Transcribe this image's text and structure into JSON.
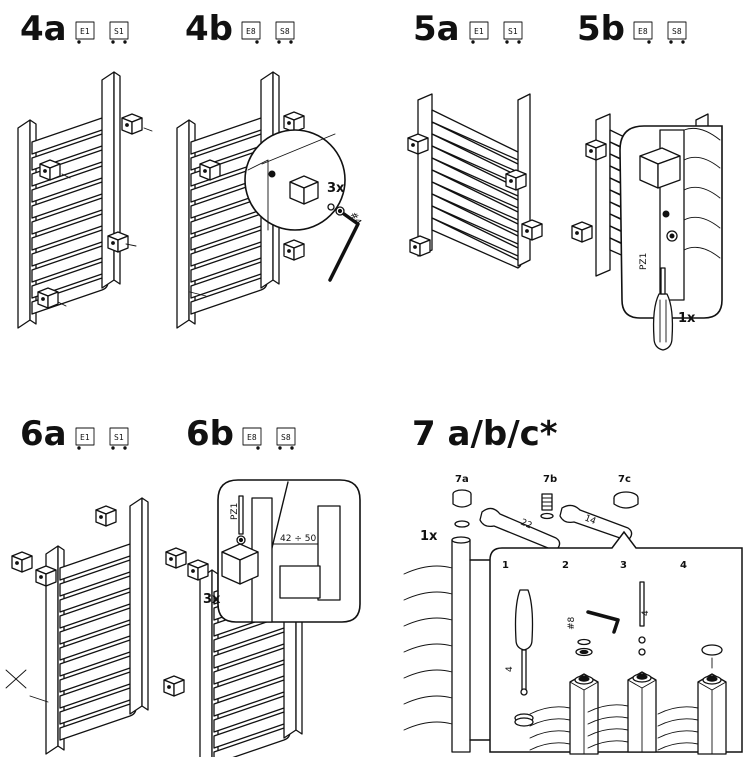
{
  "panels": [
    {
      "id": "4a",
      "title": "4a",
      "boxes": [
        "E1",
        "S1"
      ]
    },
    {
      "id": "4b",
      "title": "4b",
      "boxes": [
        "E8",
        "S8"
      ]
    },
    {
      "id": "5a",
      "title": "5a",
      "boxes": [
        "E1",
        "S1"
      ]
    },
    {
      "id": "5b",
      "title": "5b",
      "boxes": [
        "E8",
        "S8"
      ]
    },
    {
      "id": "6a",
      "title": "6a",
      "boxes": [
        "E1",
        "S1"
      ]
    },
    {
      "id": "6b",
      "title": "6b",
      "boxes": [
        "E8",
        "S8"
      ]
    },
    {
      "id": "7",
      "title": "7 a/b/c*",
      "boxes": []
    }
  ],
  "annotations": {
    "p4b_qty": "3x",
    "p4b_tool": "#4",
    "p5b_tool": "PZ1",
    "p5b_qty": "1x",
    "p6b_tool": "PZ1",
    "p6b_dim": "42 ÷ 50",
    "p6b_qty": "3x",
    "p7_variant_a": "7a",
    "p7_variant_b": "7b",
    "p7_variant_c": "7c",
    "p7_qty": "1x",
    "p7_wrench_a": "22",
    "p7_wrench_b": "14",
    "p7_step1": "1",
    "p7_step2": "2",
    "p7_step3": "3",
    "p7_step4": "4",
    "p7_hex": "#8",
    "p7_screwdriver_mark": "4"
  }
}
